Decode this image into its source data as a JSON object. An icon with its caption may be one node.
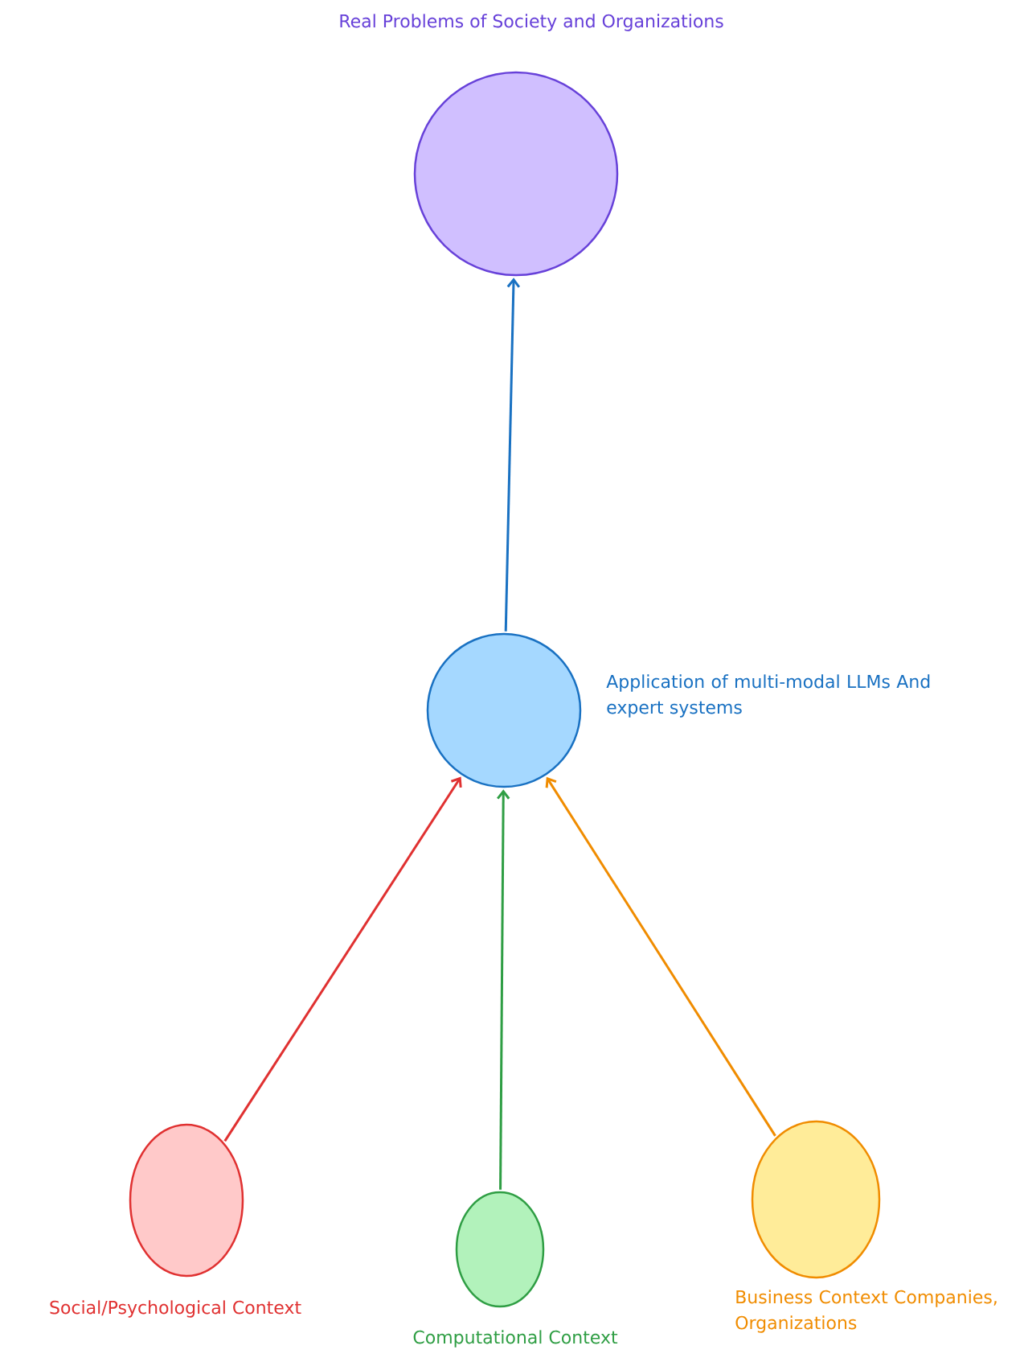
{
  "diagram": {
    "nodes": [
      {
        "text": [
          "Real Problems of Society and Organizations"
        ]
      },
      {
        "text": [
          "Application of multi-modal LLMs And expert systems"
        ]
      },
      {
        "text": [
          "Social/Psychological Context"
        ]
      },
      {
        "text": [
          "Computational Context"
        ]
      },
      {
        "text": [
          "Business Context Companies, Organizations"
        ]
      }
    ],
    "edges": [
      {
        "from": 1,
        "to": 0,
        "arrow": "to",
        "color": "#1971c2"
      },
      {
        "from": 2,
        "to": 1,
        "arrow": "to",
        "color": "#e03131"
      },
      {
        "from": 3,
        "to": 1,
        "arrow": "to",
        "color": "#2f9e44"
      },
      {
        "from": 4,
        "to": 1,
        "arrow": "to",
        "color": "#f08c00"
      }
    ]
  }
}
